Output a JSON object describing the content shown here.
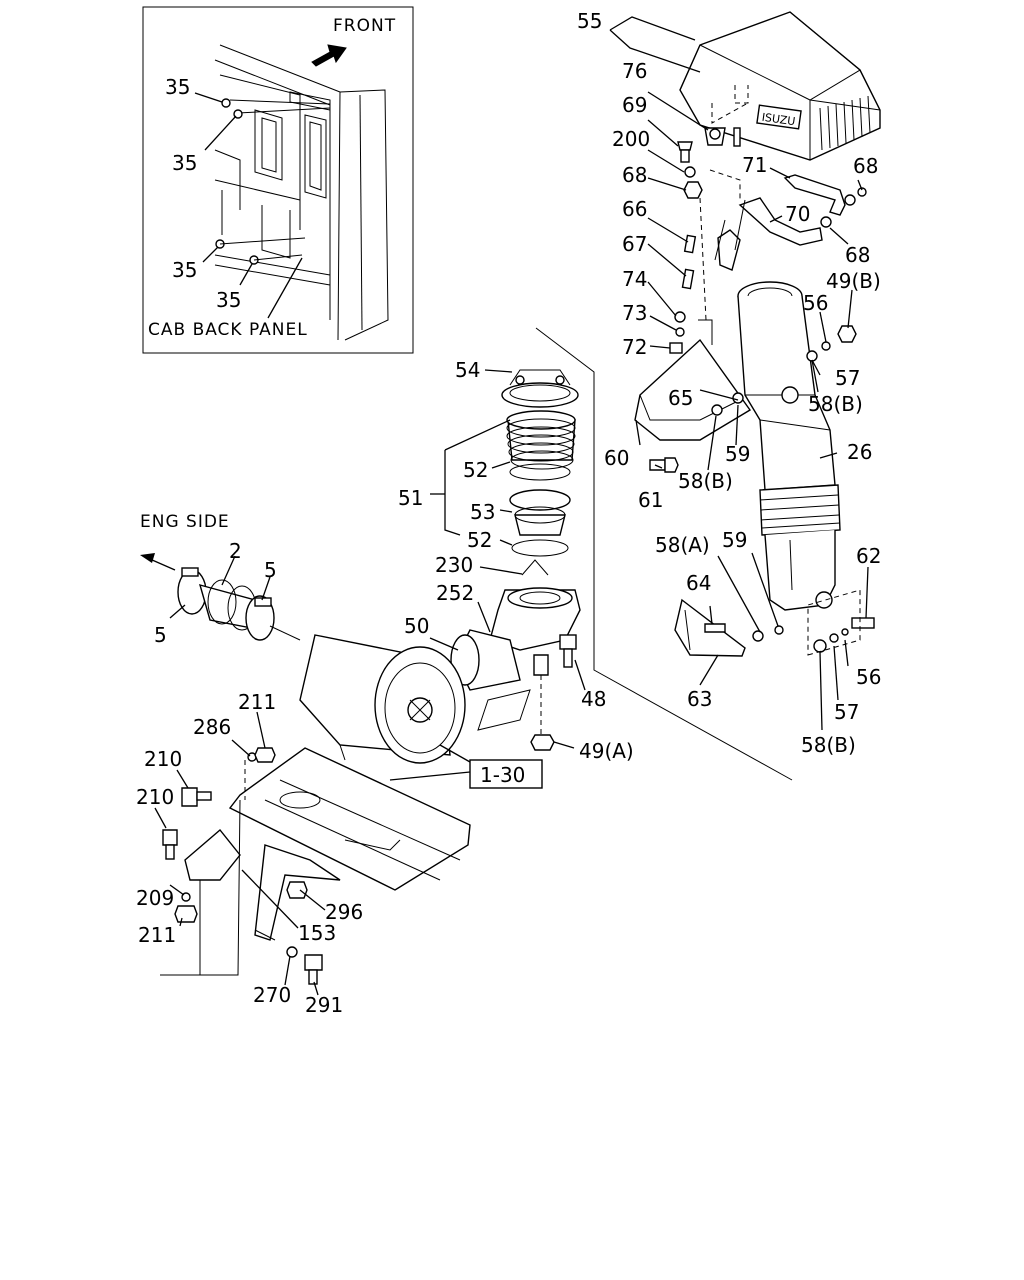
{
  "inset": {
    "direction_label": "FRONT",
    "panel_label": "CAB BACK PANEL",
    "callouts": [
      "35",
      "35",
      "35",
      "35"
    ]
  },
  "engine_side_label": "ENG SIDE",
  "reference_box": "1-30",
  "isuzu_badge": "ISUZU",
  "callouts": {
    "c55": "55",
    "c76": "76",
    "c69": "69",
    "c200": "200",
    "c68a": "68",
    "c71": "71",
    "c68b": "68",
    "c70": "70",
    "c68c": "68",
    "c66": "66",
    "c67": "67",
    "c49b": "49(B)",
    "c56a": "56",
    "c74": "74",
    "c73": "73",
    "c72": "72",
    "c57a": "57",
    "c58ba": "58(B)",
    "c65": "65",
    "c54": "54",
    "c59a": "59",
    "c60": "60",
    "c26": "26",
    "c58bb": "58(B)",
    "c61": "61",
    "c52a": "52",
    "c51": "51",
    "c53": "53",
    "c52b": "52",
    "c58a": "58(A)",
    "c59b": "59",
    "c62": "62",
    "c230": "230",
    "c2": "2",
    "c5a": "5",
    "c5b": "5",
    "c64": "64",
    "c252": "252",
    "c50": "50",
    "c56b": "56",
    "c48": "48",
    "c63": "63",
    "c57b": "57",
    "c211a": "211",
    "c286": "286",
    "c58bc": "58(B)",
    "c49a": "49(A)",
    "c210a": "210",
    "c210b": "210",
    "c209": "209",
    "c296": "296",
    "c211b": "211",
    "c153": "153",
    "c270": "270",
    "c291": "291"
  }
}
